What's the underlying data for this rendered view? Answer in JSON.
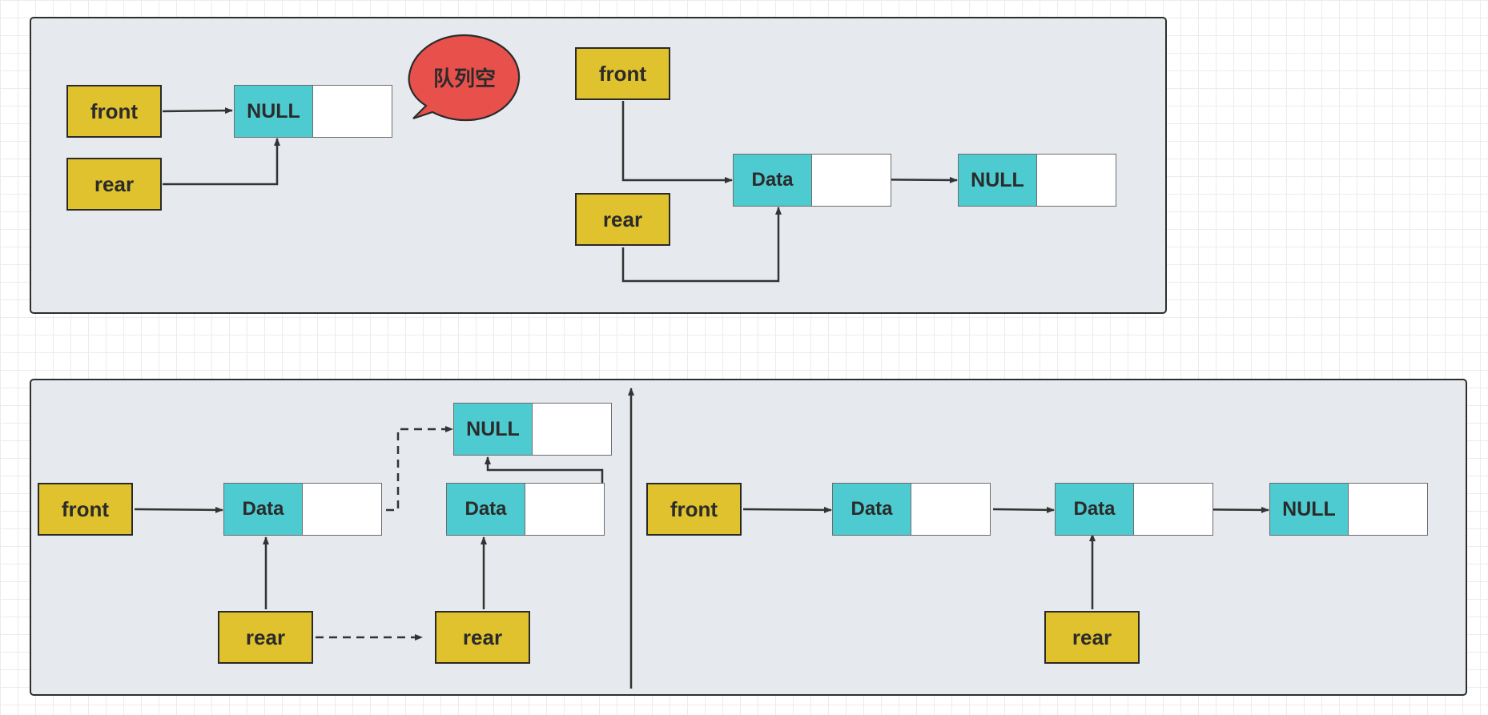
{
  "labels": {
    "front": "front",
    "rear": "rear",
    "data": "Data",
    "null": "NULL",
    "queue_empty": "队列空"
  },
  "colors": {
    "pointer_fill": "#e0c22e",
    "node_value_fill": "#4dcbd0",
    "bubble_fill": "#e8504c",
    "panel_fill": "#e6e9ed"
  }
}
